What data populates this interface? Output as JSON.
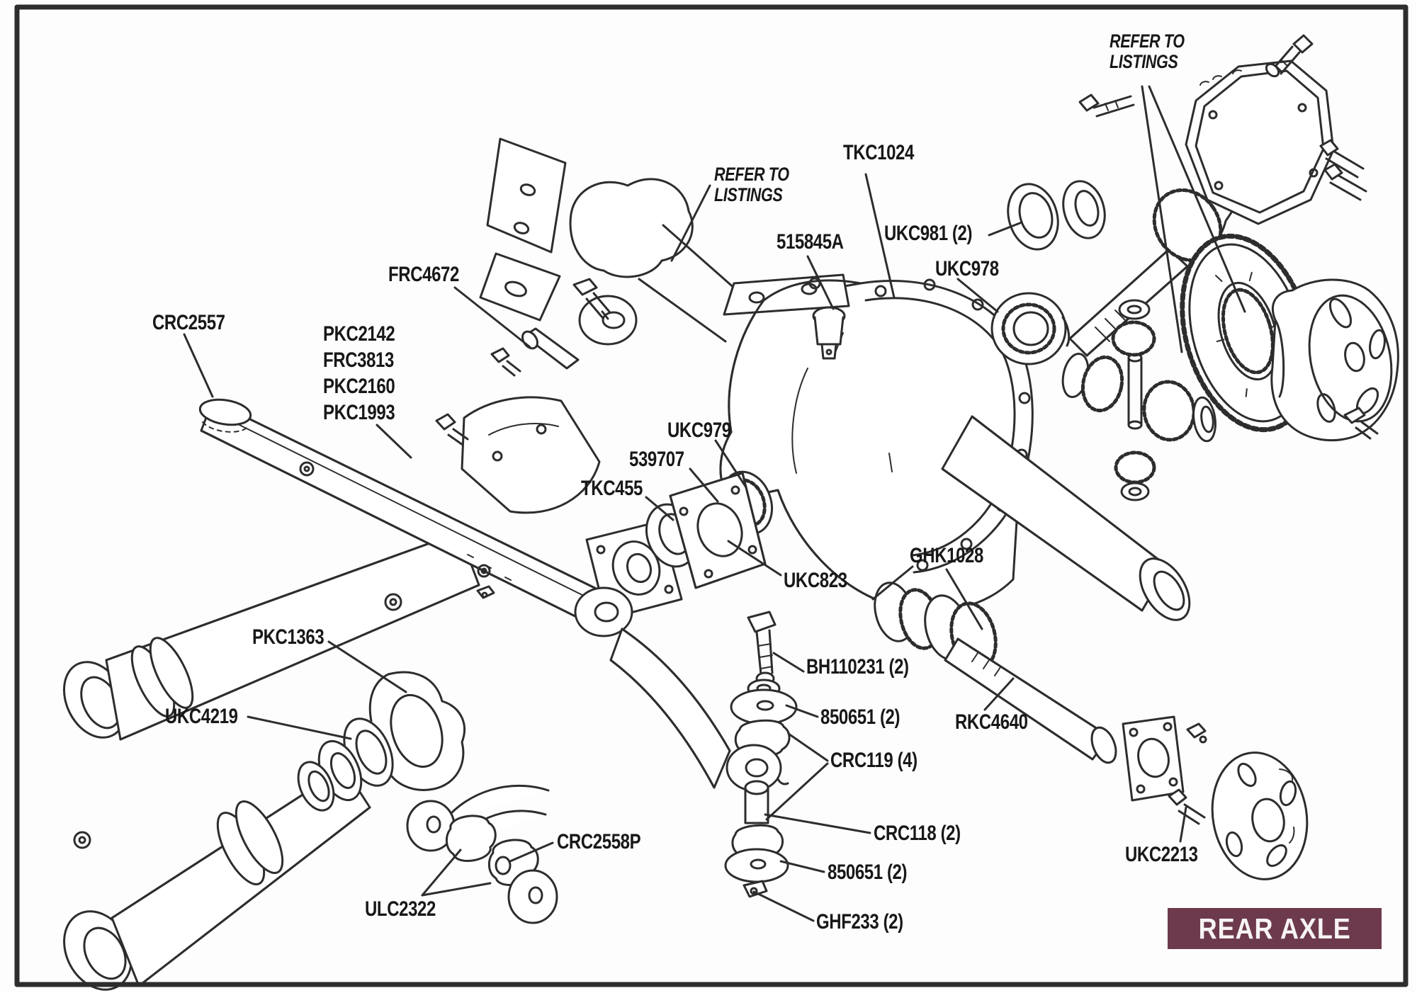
{
  "badge": {
    "text": "REAR AXLE"
  },
  "colors": {
    "badge_bg": "#6d3a4d",
    "badge_text": "#f7f4f4",
    "line": "#2d2d2d",
    "paper": "#fdfdfd"
  },
  "labels": {
    "refer_top": {
      "line1": "REFER TO",
      "line2": "LISTINGS"
    },
    "refer_mid": {
      "line1": "REFER TO",
      "line2": "LISTINGS"
    },
    "tkc1024": "TKC1024",
    "p515845a": "515845A",
    "ukc981": "UKC981 (2)",
    "ukc978": "UKC978",
    "crc2557": "CRC2557",
    "spring_options": {
      "l1": "PKC2142",
      "l2": "FRC3813",
      "l3": "PKC2160",
      "l4": "PKC1993"
    },
    "frc4672": "FRC4672",
    "ukc979": "UKC979",
    "n539707": "539707",
    "tkc455": "TKC455",
    "ukc823": "UKC823",
    "ghk1028": "GHK1028",
    "bh110231": "BH110231 (2)",
    "n850651_upper": "850651 (2)",
    "crc119": "CRC119 (4)",
    "rkc4640": "RKC4640",
    "crc118": "CRC118 (2)",
    "n850651_lower": "850651 (2)",
    "ghf233": "GHF233 (2)",
    "pkc1363": "PKC1363",
    "ukc4219": "UKC4219",
    "crc2558p": "CRC2558P",
    "ulc2322": "ULC2322",
    "ukc2213": "UKC2213"
  }
}
